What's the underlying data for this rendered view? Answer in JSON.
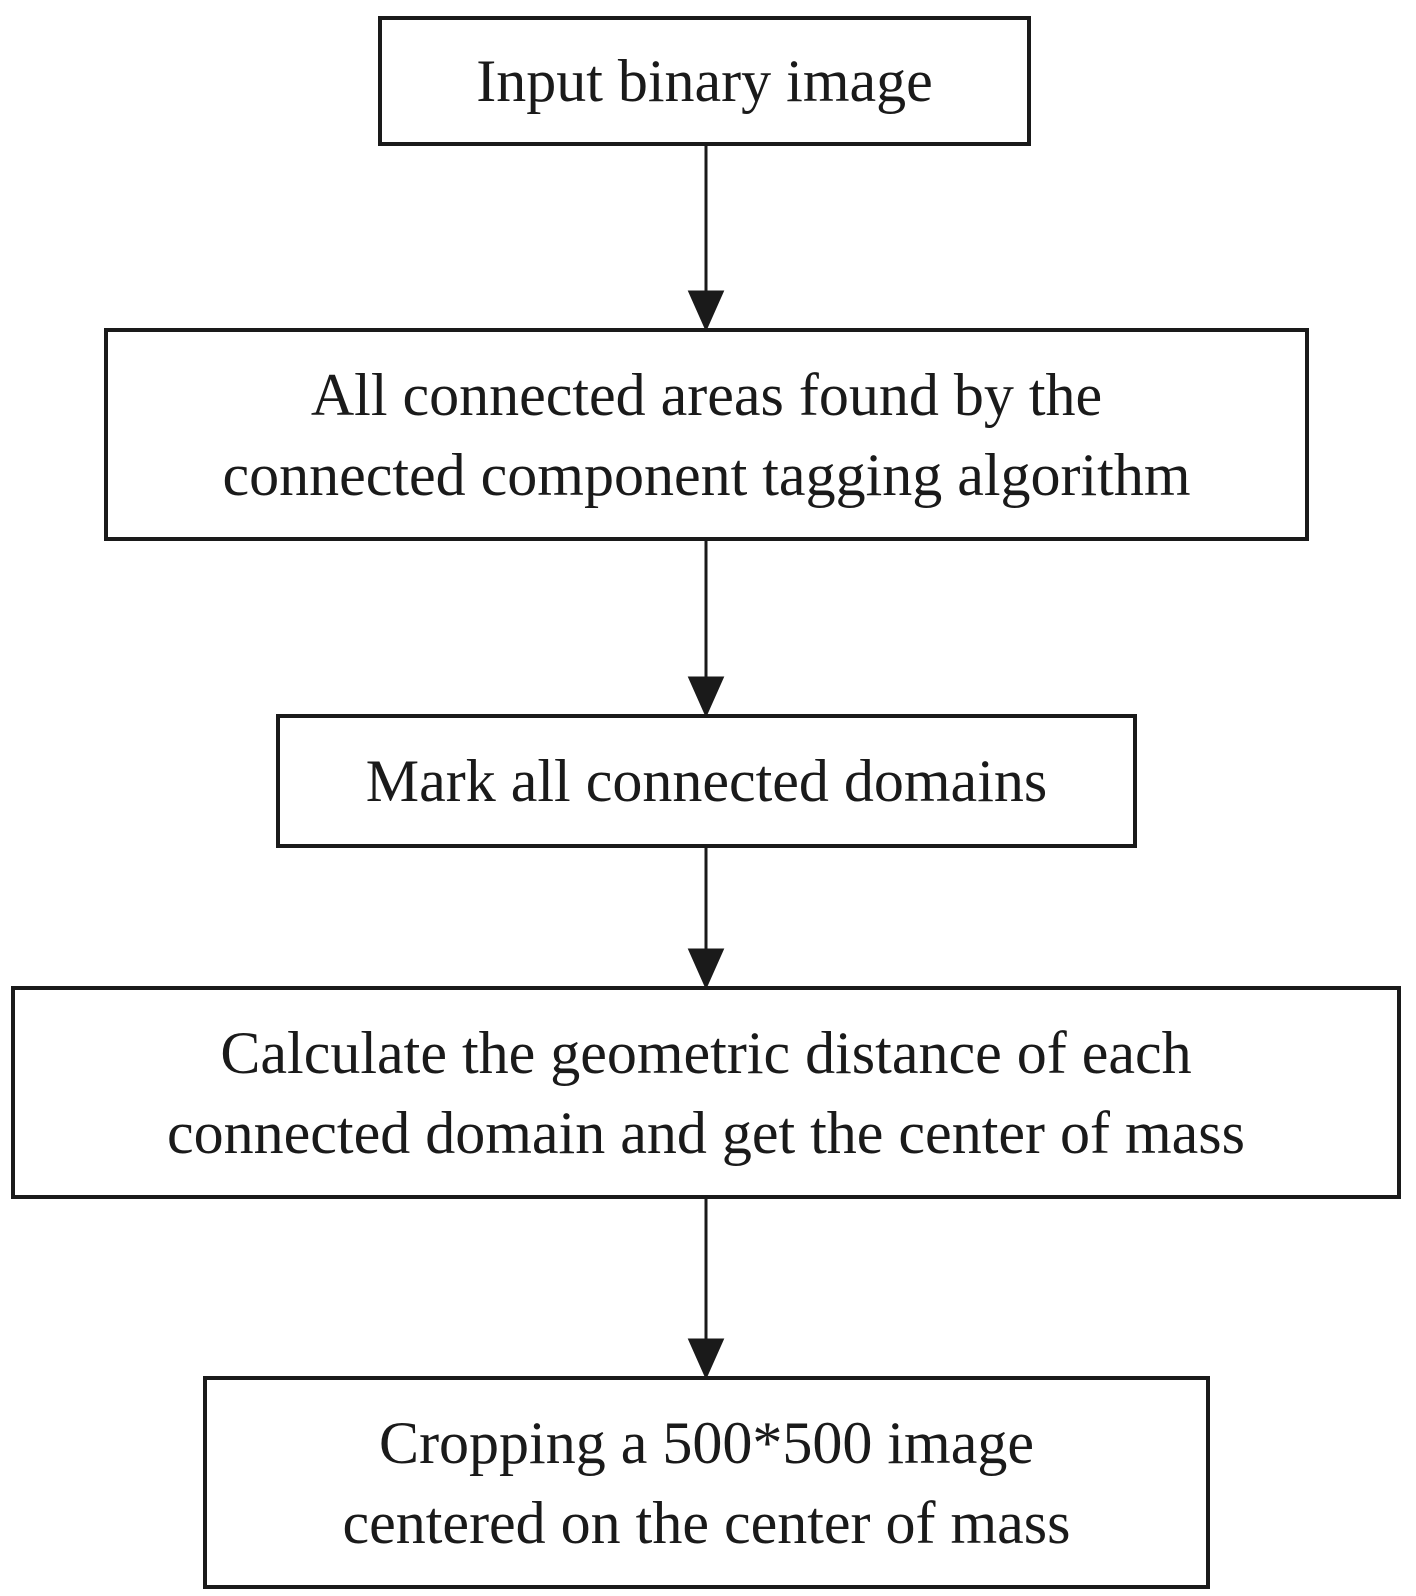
{
  "steps": [
    {
      "lines": [
        "Input binary image"
      ]
    },
    {
      "lines": [
        "All connected areas found by the",
        "connected component tagging algorithm"
      ]
    },
    {
      "lines": [
        "Mark all connected domains"
      ]
    },
    {
      "lines": [
        "Calculate the geometric distance of each",
        "connected domain and get the center of mass"
      ]
    },
    {
      "lines": [
        "Cropping a 500*500 image",
        "centered on the center of mass"
      ]
    }
  ],
  "colors": {
    "stroke": "#1a1a1a",
    "background": "#ffffff"
  }
}
